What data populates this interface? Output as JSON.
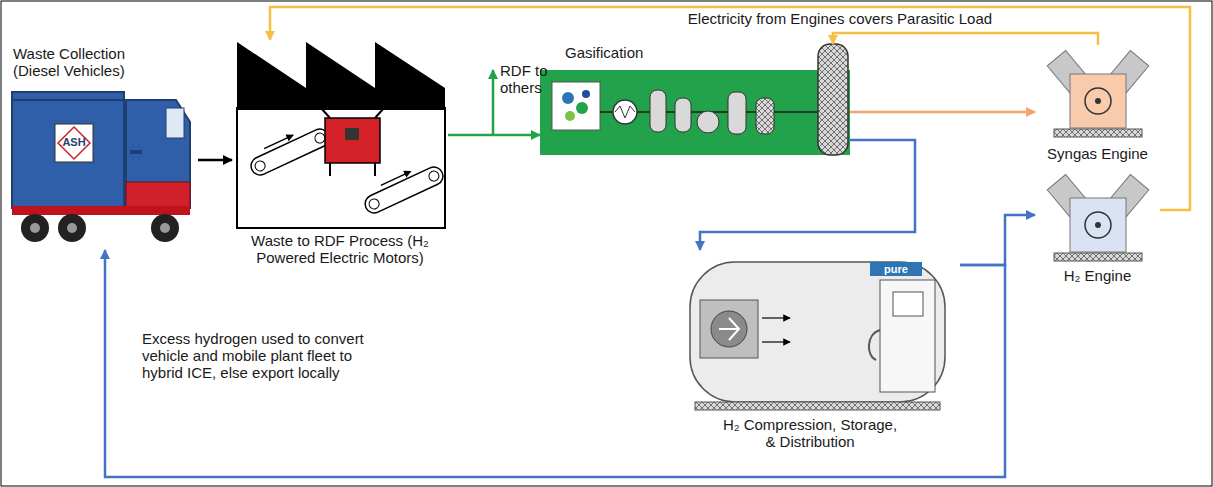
{
  "diagram": {
    "nodes": [
      {
        "text": [
          "Waste Collection (Diesel Vehicles)"
        ]
      },
      {
        "text": [
          "Waste to RDF Process (H₂ Powered Electric Motors)"
        ]
      },
      {
        "text": [
          "Gasification"
        ]
      },
      {
        "text": [
          "Syngas Engine"
        ]
      },
      {
        "text": [
          "H₂ Compression, Storage, & Distribution"
        ]
      },
      {
        "text": [
          "H₂ Engine"
        ]
      }
    ],
    "edges": [
      {
        "from": 0,
        "to": 1,
        "arrow": "to"
      },
      {
        "from": 1,
        "to": 2,
        "arrow": "to"
      },
      {
        "from": 2,
        "to": 3,
        "arrow": "to"
      },
      {
        "from": 3,
        "to": 2,
        "arrow": "to"
      },
      {
        "from": 2,
        "to": 4,
        "arrow": "to"
      },
      {
        "from": 4,
        "to": 5,
        "arrow": "to"
      },
      {
        "from": 4,
        "to": 0,
        "arrow": "to"
      },
      {
        "from": 5,
        "to": 1,
        "arrow": "to"
      }
    ],
    "labels": [
      "RDF to others",
      "Electricity from Engines covers Parasitic Load",
      "Excess hydrogen used to convert vehicle and mobile plant fleet to hybrid ICE, else export locally",
      "ASH",
      "pure"
    ]
  }
}
